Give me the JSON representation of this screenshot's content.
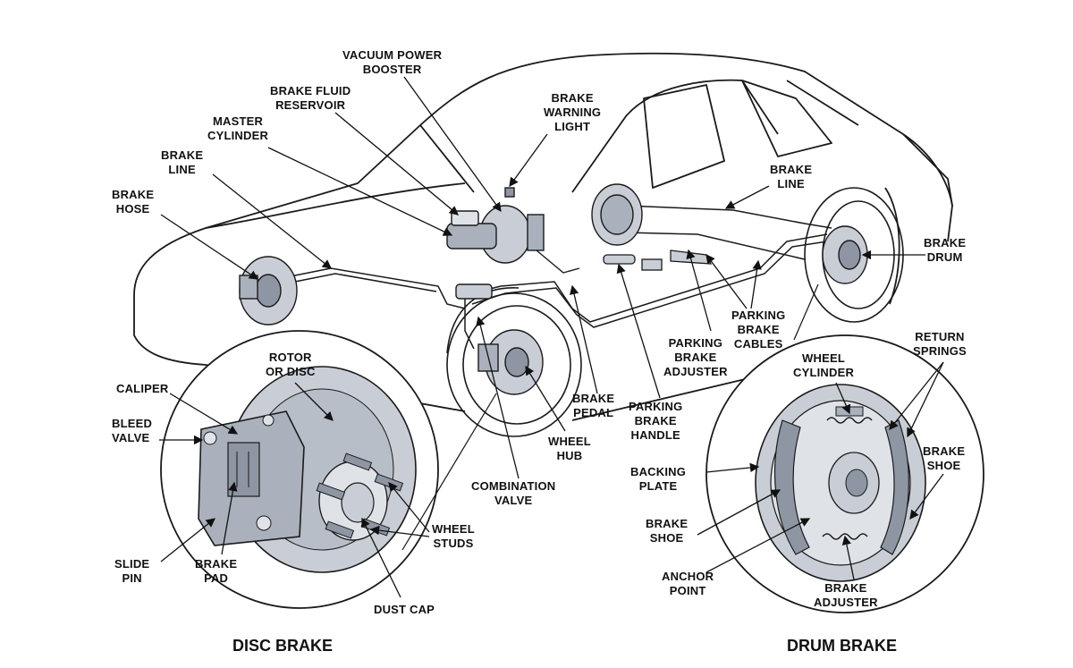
{
  "diagram": {
    "titles": {
      "disc": "DISC BRAKE",
      "drum": "DRUM BRAKE"
    },
    "labels": {
      "vacuum_power_booster": "VACUUM POWER\nBOOSTER",
      "brake_fluid_reservoir": "BRAKE FLUID\nRESERVOIR",
      "master_cylinder": "MASTER\nCYLINDER",
      "brake_warning_light": "BRAKE\nWARNING\nLIGHT",
      "brake_line_front": "BRAKE\nLINE",
      "brake_hose": "BRAKE\nHOSE",
      "brake_line_rear": "BRAKE\nLINE",
      "brake_drum": "BRAKE\nDRUM",
      "parking_brake_cables": "PARKING\nBRAKE\nCABLES",
      "parking_brake_adjuster": "PARKING\nBRAKE\nADJUSTER",
      "return_springs": "RETURN\nSPRINGS",
      "wheel_cylinder": "WHEEL\nCYLINDER",
      "brake_pedal": "BRAKE\nPEDAL",
      "parking_brake_handle": "PARKING\nBRAKE\nHANDLE",
      "wheel_hub": "WHEEL\nHUB",
      "combination_valve": "COMBINATION\nVALVE",
      "rotor_or_disc": "ROTOR\nOR DISC",
      "caliper": "CALIPER",
      "bleed_valve": "BLEED\nVALVE",
      "wheel_studs": "WHEEL\nSTUDS",
      "slide_pin": "SLIDE\nPIN",
      "brake_pad": "BRAKE\nPAD",
      "dust_cap": "DUST CAP",
      "backing_plate": "BACKING\nPLATE",
      "brake_shoe_right": "BRAKE\nSHOE",
      "brake_shoe_left": "BRAKE\nSHOE",
      "anchor_point": "ANCHOR\nPOINT",
      "brake_adjuster": "BRAKE\nADJUSTER"
    },
    "colors": {
      "ink": "#111111",
      "part_fill": "#c9ced6",
      "part_dark": "#8e96a3",
      "body_line": "#1a1a1a"
    }
  }
}
